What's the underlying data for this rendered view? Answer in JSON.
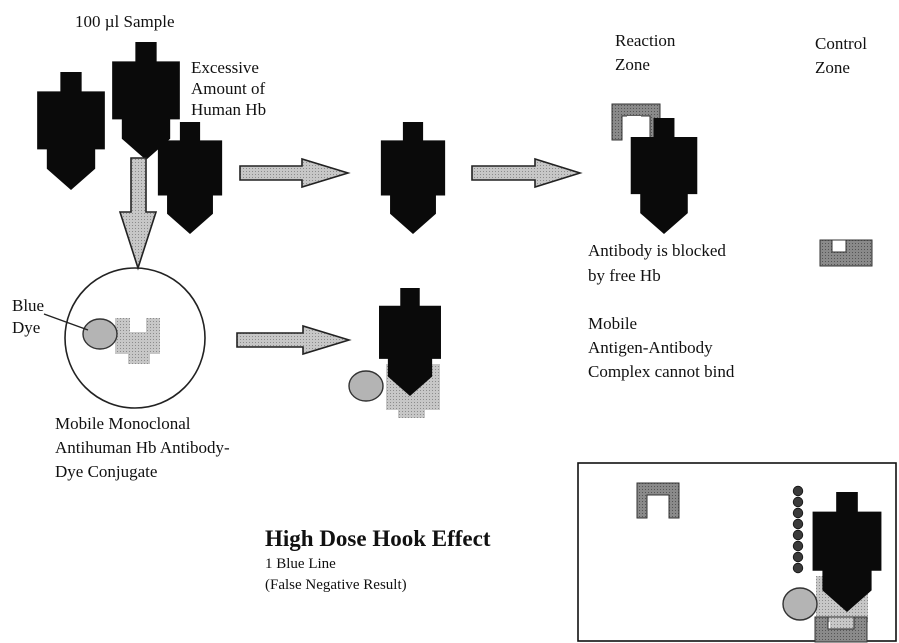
{
  "labels": {
    "sample": "100 µl Sample",
    "excess_line1": "Excessive",
    "excess_line2": "Amount of",
    "excess_line3": "Human Hb",
    "reaction_line1": "Reaction",
    "reaction_line2": "Zone",
    "control_line1": "Control",
    "control_line2": "Zone",
    "blocked_line1": "Antibody is blocked",
    "blocked_line2": "by free Hb",
    "mobile_line1": "Mobile",
    "mobile_line2": "Antigen-Antibody",
    "mobile_line3": "Complex cannot bind",
    "blue_dye_line1": "Blue",
    "blue_dye_line2": "Dye",
    "conjugate_line1": "Mobile Monoclonal",
    "conjugate_line2": "Antihuman Hb Antibody-",
    "conjugate_line3": "Dye Conjugate",
    "title": "High Dose Hook Effect",
    "result_line1": "1 Blue Line",
    "result_line2": "(False Negative Result)"
  },
  "colors": {
    "hb": "#0a0a0a",
    "antibody_gray": "#a9a9a9",
    "dye_circle": "#b4b4b4",
    "arrow_fill": "#dcdcdc",
    "bead": "#3a3a3a"
  }
}
